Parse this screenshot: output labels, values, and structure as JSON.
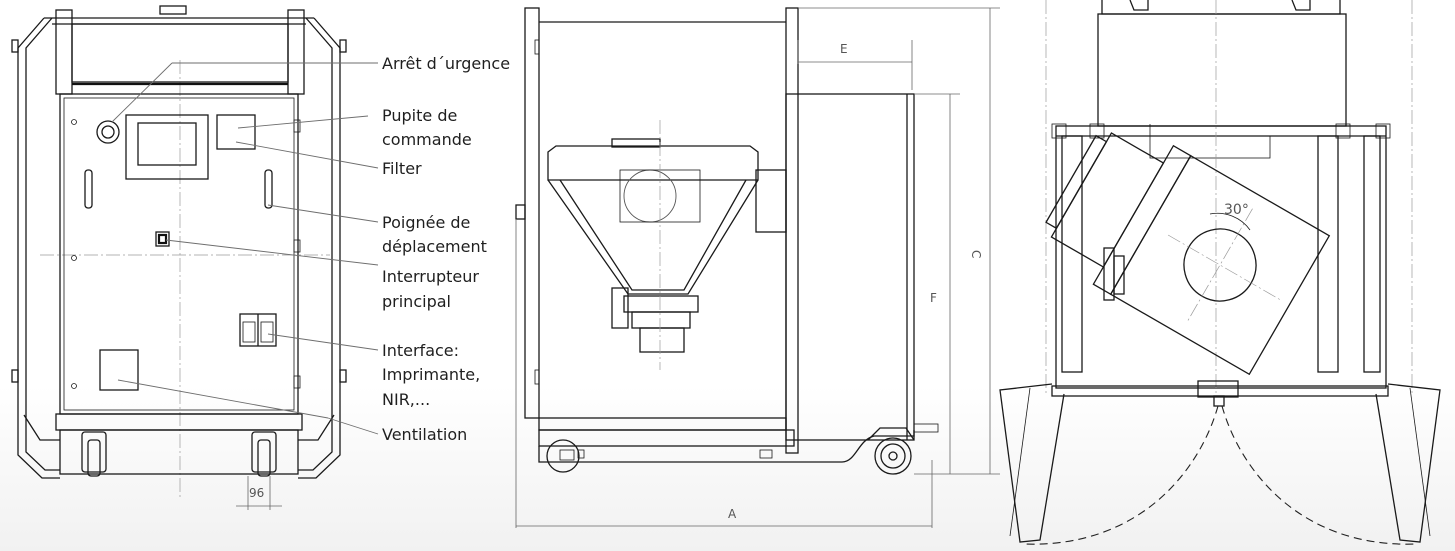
{
  "labels": {
    "emergency_stop": "Arrêt d´urgence",
    "control_panel_1": "Pupite de",
    "control_panel_2": "commande",
    "filter": "Filter",
    "handle_1": "Poignée de",
    "handle_2": "déplacement",
    "main_switch_1": "Interrupteur",
    "main_switch_2": "principal",
    "interface_1": "Interface:",
    "interface_2": "Imprimante,",
    "interface_3": "NIR,...",
    "ventilation": "Ventilation"
  },
  "dimensions": {
    "a": "A",
    "c": "C",
    "e": "E",
    "f": "F",
    "wheel_gap": "96",
    "tilt_angle": "30°"
  }
}
